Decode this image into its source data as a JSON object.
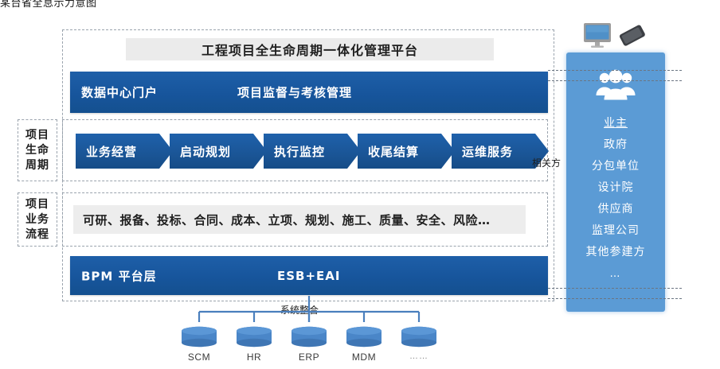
{
  "top_caption": "某台省全息示力意图",
  "platform": {
    "title": "工程项目全生命周期一体化管理平台",
    "portal_bar": {
      "left_label": "数据中心门户",
      "center_label": "项目监督与考核管理"
    },
    "bpm_bar": {
      "left_label": "BPM  平台层",
      "center_label": "ESB+EAI"
    }
  },
  "lifecycle": {
    "row_label": "项目\n生命\n周期",
    "row_label_lines": [
      "项目",
      "生命",
      "周期"
    ],
    "stages": [
      {
        "label": "业务经营"
      },
      {
        "label": "启动规划"
      },
      {
        "label": "执行监控"
      },
      {
        "label": "收尾结算"
      },
      {
        "label": "运维服务"
      }
    ],
    "related_party_label": "相关方"
  },
  "business_flow": {
    "row_label_lines": [
      "项目",
      "业务",
      "流程"
    ],
    "processes_text": "可研、报备、投标、合同、成本、立项、规划、施工、质量、安全、风险…",
    "processes": [
      "可研",
      "报备",
      "投标",
      "合同",
      "成本",
      "立项",
      "规划",
      "施工",
      "质量",
      "安全",
      "风险…"
    ]
  },
  "stakeholders": {
    "group_icon": "people-group-icon",
    "devices": [
      "desktop-monitor-icon",
      "tablet-icon"
    ],
    "items": [
      {
        "label": "业主",
        "underline": true
      },
      {
        "label": "政府",
        "underline": false
      },
      {
        "label": "分包单位",
        "underline": false
      },
      {
        "label": "设计院",
        "underline": false
      },
      {
        "label": "供应商",
        "underline": false
      },
      {
        "label": "监理公司",
        "underline": false
      },
      {
        "label": "其他参建方",
        "underline": false
      },
      {
        "label": "…",
        "underline": false
      }
    ]
  },
  "system_integration": {
    "label": "系统整合",
    "databases": [
      {
        "name": "SCM"
      },
      {
        "name": "HR"
      },
      {
        "name": "ERP"
      },
      {
        "name": "MDM"
      },
      {
        "name": "……"
      }
    ]
  },
  "colors": {
    "bar_blue": "#17559c",
    "arrow_blue": "#1a5596",
    "panel_blue": "#5b9bd5",
    "title_band_gray": "#ebebeb",
    "process_strip_gray": "#ededed",
    "dash_border": "#9aa3ad"
  }
}
